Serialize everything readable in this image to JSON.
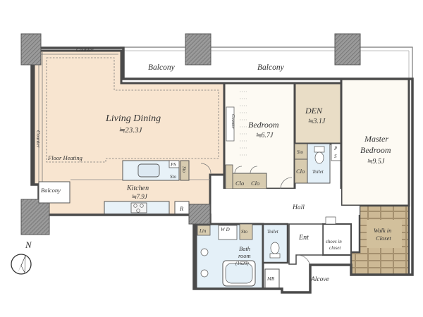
{
  "rooms": {
    "living_dining": {
      "name": "Living Dining",
      "size": "≒23.3J"
    },
    "kitchen": {
      "name": "Kitchen",
      "size": "≒7.9J"
    },
    "bedroom": {
      "name": "Bedroom",
      "size": "≒6.7J"
    },
    "den": {
      "name": "DEN",
      "size": "≒3.1J"
    },
    "master_bedroom": {
      "name_line1": "Master",
      "name_line2": "Bedroom",
      "size": "≒9.5J"
    },
    "walk_in_closet": {
      "line1": "Walk in",
      "line2": "Closet"
    },
    "bath_room": {
      "line1": "Bath",
      "line2": "room",
      "line3": "(1620)"
    },
    "shoes_closet": {
      "line1": "shoes in",
      "line2": "closet"
    }
  },
  "labels": {
    "counter_top": "Counter",
    "counter_left": "Counter",
    "counter_bedroom": "Counter",
    "balcony_1": "Balcony",
    "balcony_2": "Balcony",
    "balcony_small": "Balcony",
    "floor_heating": "Floor Heating",
    "hall": "Hall",
    "ent": "Ent",
    "alcove": "Alcove",
    "toilet_1": "Toilet",
    "toilet_2": "Toilet",
    "sto_kitchen": "Sto",
    "sto_den": "Sto",
    "sto_bath": "Sto",
    "clo_1": "Clo",
    "clo_2": "Clo",
    "clo_den": "Clo",
    "ps_kitchen": "PS",
    "ps_den_1": "P",
    "ps_den_2": "S",
    "r": "R",
    "lin": "Lin",
    "wd": "W  D",
    "mb": "MB",
    "compass_n": "N"
  },
  "colors": {
    "living_fill": "#f8e5d0",
    "den_fill": "#e9ddc6",
    "bedroom_fill": "#fdfaf3",
    "closet_fill": "#d8ccb0",
    "wic_fill": "#cdb995",
    "water_fill": "#e4f0f8",
    "wall": "#4a4a4a"
  }
}
